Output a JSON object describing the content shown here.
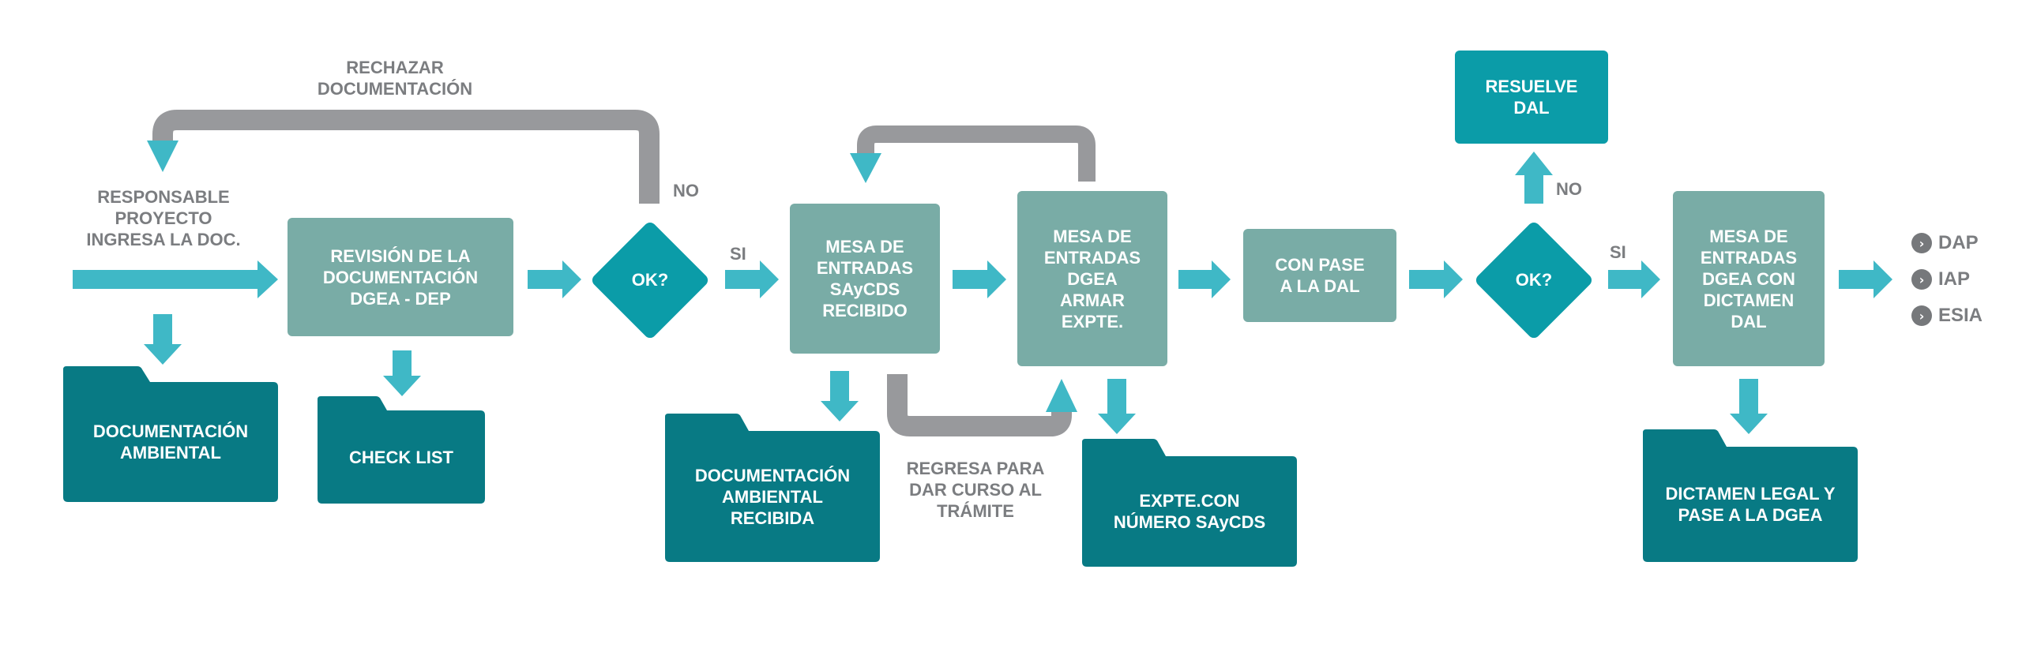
{
  "colors": {
    "arrow": "#3fb8c6",
    "loop_gray": "#98999c",
    "box_sage": "#79aca6",
    "box_teal": "#0b9ca8",
    "folder_dark": "#087a84",
    "label_gray": "#7b7d80"
  },
  "labels": {
    "responsable": "RESPONSABLE\nPROYECTO\nINGRESA LA DOC.",
    "rechazar": "RECHAZAR\nDOCUMENTACIÓN",
    "no_1": "NO",
    "si_1": "SI",
    "regresa": "REGRESA PARA\nDAR CURSO AL\nTRÁMITE",
    "no_2": "NO",
    "si_2": "SI"
  },
  "nodes": {
    "revision": "REVISIÓN DE LA\nDOCUMENTACIÓN\nDGEA - DEP",
    "ok_1": "OK?",
    "mesa_sacyds": "MESA DE\nENTRADAS\nSAyCDS\nRECIBIDO",
    "mesa_dgea": "MESA DE\nENTRADAS\nDGEA\nARMAR\nEXPTE.",
    "pase_dal": "CON PASE\nA LA DAL",
    "resuelve_dal": "RESUELVE\nDAL",
    "ok_2": "OK?",
    "mesa_dictamen": "MESA DE\nENTRADAS\nDGEA CON\nDICTAMEN\nDAL"
  },
  "folders": {
    "doc_ambiental": "DOCUMENTACIÓN\nAMBIENTAL",
    "check_list": "CHECK LIST",
    "doc_recibida": "DOCUMENTACIÓN\nAMBIENTAL\nRECIBIDA",
    "expte_numero": "EXPTE.CON\nNÚMERO  SAyCDS",
    "dictamen_legal": "DICTAMEN LEGAL Y\nPASE A LA DGEA"
  },
  "outputs": [
    {
      "icon": "chevron-right-icon",
      "label": "DAP"
    },
    {
      "icon": "chevron-right-icon",
      "label": "IAP"
    },
    {
      "icon": "chevron-right-icon",
      "label": "ESIA"
    }
  ]
}
